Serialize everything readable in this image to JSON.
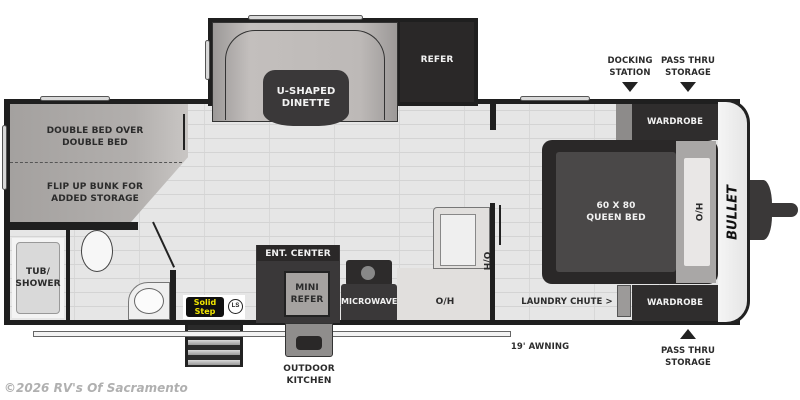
{
  "floorplan": {
    "model_logo": "BULLET",
    "rooms": {
      "bunk_label_line1": "DOUBLE BED OVER",
      "bunk_label_line2": "DOUBLE BED",
      "flip_label_line1": "FLIP UP BUNK FOR",
      "flip_label_line2": "ADDED STORAGE",
      "tub_line1": "TUB/",
      "tub_line2": "SHOWER",
      "dinette_line1": "U-SHAPED",
      "dinette_line2": "DINETTE",
      "refer": "REFER",
      "ent_center": "ENT. CENTER",
      "mini_refer_line1": "MINI",
      "mini_refer_line2": "REFER",
      "microwave": "MICROWAVE",
      "oh_bottom": "O/H",
      "oh_sink": "O/H",
      "queen_line1": "60 X 80",
      "queen_line2": "QUEEN BED",
      "ho": "H/O",
      "wardrobe_top": "WARDROBE",
      "wardrobe_bottom": "WARDROBE",
      "laundry": "LAUNDRY CHUTE >"
    },
    "callouts": {
      "docking_line1": "DOCKING",
      "docking_line2": "STATION",
      "pass_top_line1": "PASS THRU",
      "pass_top_line2": "STORAGE",
      "pass_bottom_line1": "PASS THRU",
      "pass_bottom_line2": "STORAGE",
      "awning": "19' AWNING",
      "outdoor_line1": "OUTDOOR",
      "outdoor_line2": "KITCHEN"
    },
    "badges": {
      "solid_line1": "Solid",
      "solid_line2": "Step",
      "ls_logo": "LS"
    }
  },
  "footer": {
    "copyright": "©2026 RV's Of Sacramento"
  },
  "colors": {
    "wall": "#1f1f1f",
    "floor": "#e6e6e6",
    "bunk": "#a9a6a4",
    "dark_furniture": "#3a3839",
    "solid_step_yellow": "#f2e600"
  }
}
